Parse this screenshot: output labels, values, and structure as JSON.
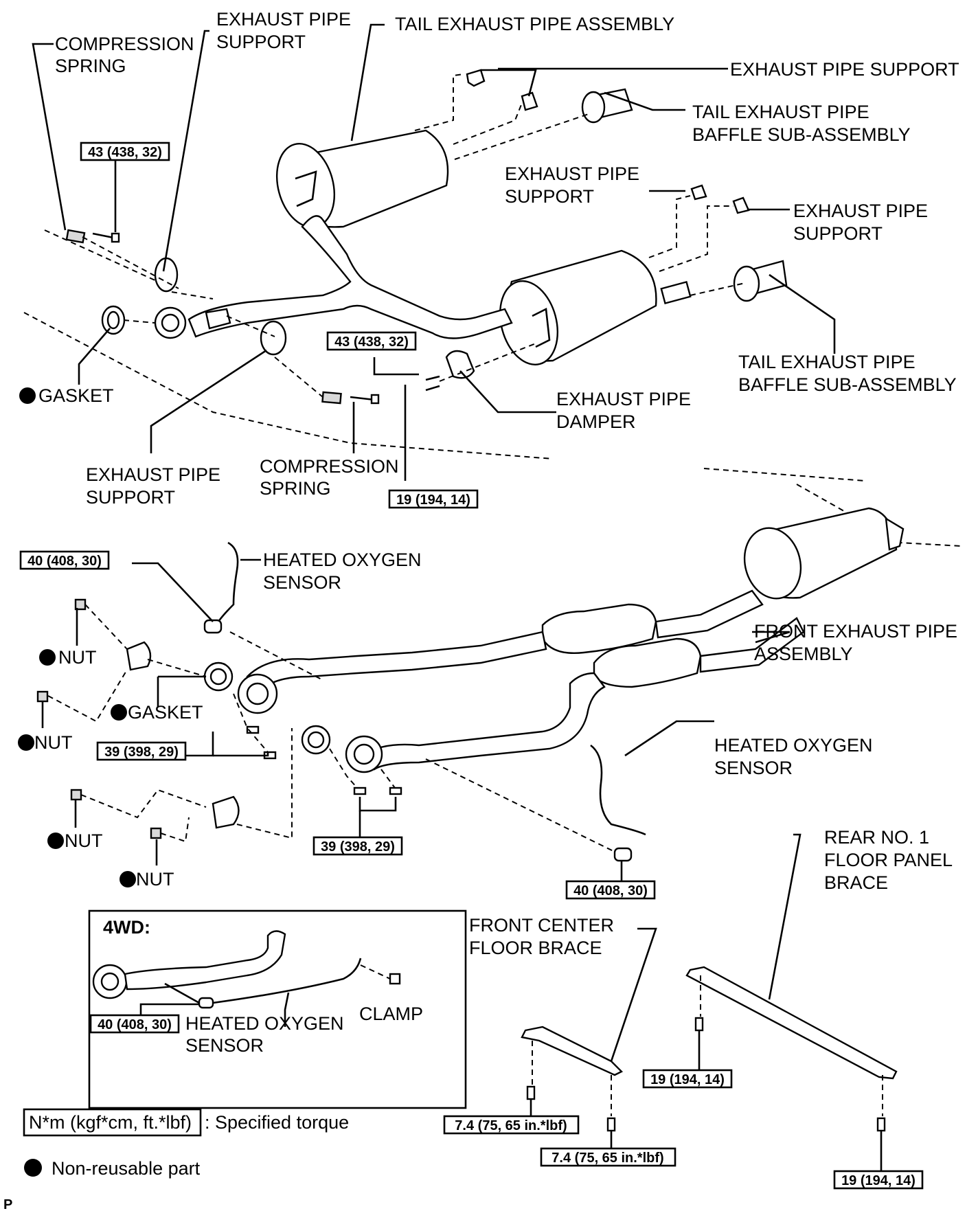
{
  "labels": {
    "compression_spring_1": [
      "COMPRESSION",
      "SPRING"
    ],
    "exhaust_pipe_support_1": [
      "EXHAUST PIPE",
      "SUPPORT"
    ],
    "tail_exhaust_pipe_assembly": "TAIL EXHAUST PIPE ASSEMBLY",
    "exhaust_pipe_support_2": "EXHAUST PIPE SUPPORT",
    "tail_baffle_1": [
      "TAIL EXHAUST PIPE",
      "BAFFLE SUB-ASSEMBLY"
    ],
    "exhaust_pipe_support_3": [
      "EXHAUST PIPE",
      "SUPPORT"
    ],
    "exhaust_pipe_support_4": [
      "EXHAUST PIPE",
      "SUPPORT"
    ],
    "tail_baffle_2": [
      "TAIL EXHAUST PIPE",
      "BAFFLE SUB-ASSEMBLY"
    ],
    "gasket_1": "GASKET",
    "exhaust_pipe_damper": [
      "EXHAUST PIPE",
      "DAMPER"
    ],
    "exhaust_pipe_support_5": [
      "EXHAUST PIPE",
      "SUPPORT"
    ],
    "compression_spring_2": [
      "COMPRESSION",
      "SPRING"
    ],
    "heated_oxygen_sensor_1": [
      "HEATED OXYGEN",
      "SENSOR"
    ],
    "front_exhaust_pipe_assembly": [
      "FRONT EXHAUST PIPE",
      "ASSEMBLY"
    ],
    "nut_1": "NUT",
    "gasket_2": "GASKET",
    "nut_2": "NUT",
    "heated_oxygen_sensor_2": [
      "HEATED OXYGEN",
      "SENSOR"
    ],
    "nut_3": "NUT",
    "nut_4": "NUT",
    "rear_no1_floor_panel_brace": [
      "REAR NO. 1",
      "FLOOR PANEL",
      "BRACE"
    ],
    "four_wd": "4WD:",
    "heated_oxygen_sensor_3": [
      "HEATED OXYGEN",
      "SENSOR"
    ],
    "clamp": "CLAMP",
    "front_center_floor_brace": [
      "FRONT CENTER",
      "FLOOR BRACE"
    ]
  },
  "torques": {
    "t1": "43 (438, 32)",
    "t2": "43 (438, 32)",
    "t3": "19 (194, 14)",
    "t4": "40 (408, 30)",
    "t5": "39 (398, 29)",
    "t6": "39 (398, 29)",
    "t7": "40 (408, 30)",
    "t8": "40 (408, 30)",
    "t9": "19 (194, 14)",
    "t10": "7.4 (75, 65 in.*lbf)",
    "t11": "7.4 (75, 65 in.*lbf)",
    "t12": "19 (194, 14)"
  },
  "legend": {
    "torque_unit": "N*m (kgf*cm, ft.*lbf)",
    "torque_desc": ": Specified torque",
    "non_reusable": "Non-reusable part"
  },
  "corner_mark": "P"
}
